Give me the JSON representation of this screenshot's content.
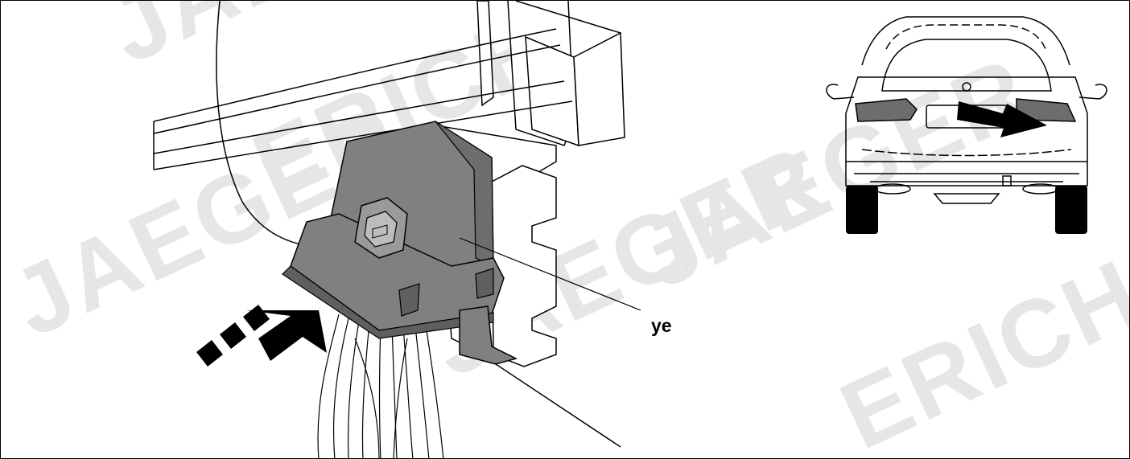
{
  "callout": {
    "label": "ye"
  },
  "watermark": {
    "text": "JAEGER",
    "text2": "ERICH"
  },
  "colors": {
    "connector": "#808080",
    "connector_dark": "#5f5f5f",
    "line": "#000000",
    "watermark": "#e6e6e6"
  },
  "icons": {
    "push_arrow": "dashed-arrow-icon",
    "vehicle_arrow": "arrow-icon"
  }
}
